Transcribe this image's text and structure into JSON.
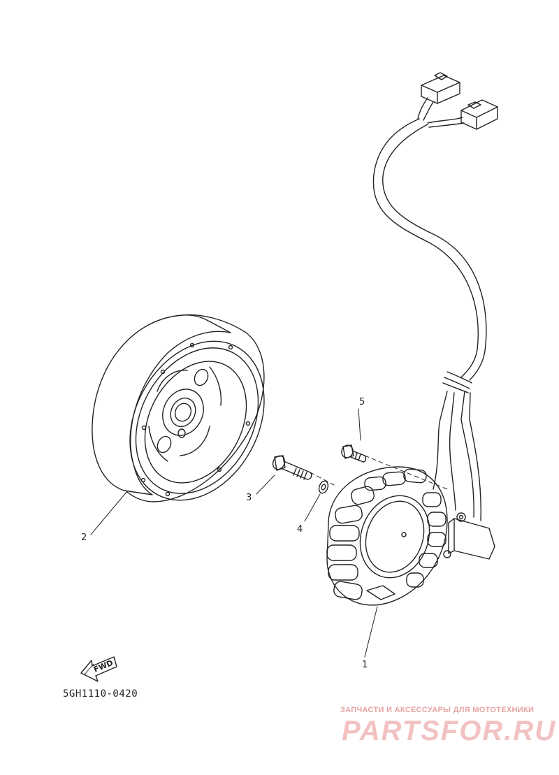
{
  "callouts": [
    {
      "id": "1",
      "label": "1"
    },
    {
      "id": "2",
      "label": "2"
    },
    {
      "id": "3",
      "label": "3"
    },
    {
      "id": "4",
      "label": "4"
    },
    {
      "id": "5",
      "label": "5"
    }
  ],
  "direction_badge": {
    "label": "FWD"
  },
  "diagram_code": "5GH1110-0420",
  "watermark": {
    "subtitle": "ЗАПЧАСТИ И АКСЕССУАРЫ ДЛЯ МОТОТЕХНИКИ",
    "brand": "PARTSFOR.RU"
  },
  "colors": {
    "line": "#222222",
    "watermark": "#e8a3a3"
  }
}
